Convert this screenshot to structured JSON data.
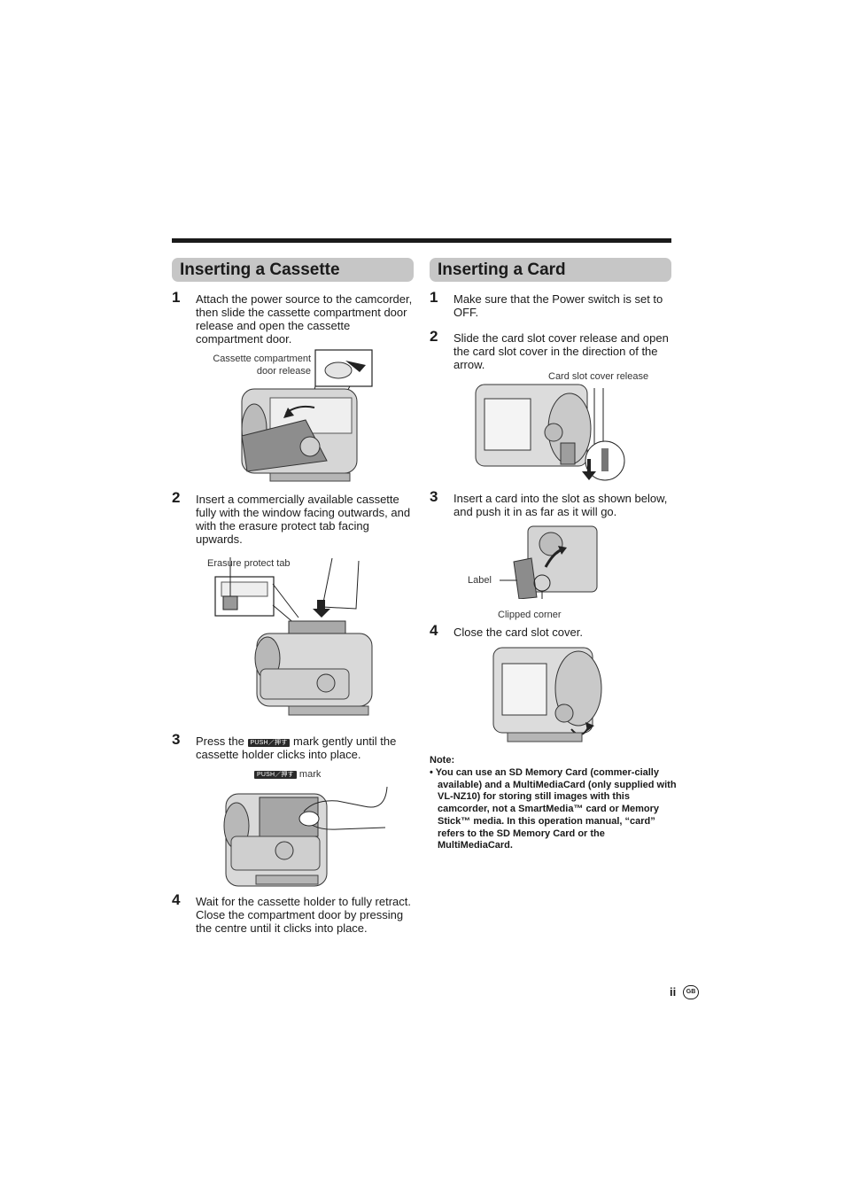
{
  "left": {
    "title": "Inserting a Cassette",
    "steps": [
      {
        "num": "1",
        "text": "Attach the power source to the camcorder, then slide the cassette compartment door release and open the cassette compartment door."
      },
      {
        "num": "2",
        "text": "Insert a commercially available cassette fully with the window facing outwards, and with the erasure protect tab facing upwards."
      },
      {
        "num": "3",
        "text_before": "Press the",
        "badge": "PUSH／押す",
        "text_after": "mark gently until the cassette holder clicks into place."
      },
      {
        "num": "4",
        "text": "Wait for the cassette holder to fully retract. Close the compartment door by pressing the centre until it clicks into place."
      }
    ],
    "captions": {
      "door_release_1": "Cassette compartment",
      "door_release_2": "door release",
      "erasure_tab": "Erasure protect tab",
      "mark": "mark",
      "mark_badge": "PUSH／押す"
    }
  },
  "right": {
    "title": "Inserting a Card",
    "steps": [
      {
        "num": "1",
        "text": "Make sure that the Power switch is set to OFF."
      },
      {
        "num": "2",
        "text": "Slide the card slot cover release and open the card slot cover in the direction of the arrow."
      },
      {
        "num": "3",
        "text": "Insert a card into the slot as shown below, and push it in as far as it will go."
      },
      {
        "num": "4",
        "text": "Close the card slot cover."
      }
    ],
    "captions": {
      "card_slot_release": "Card slot cover release",
      "label": "Label",
      "clipped_corner": "Clipped corner"
    },
    "note": {
      "title": "Note:",
      "text": "• You can use an SD Memory Card (commer-cially available) and a MultiMediaCard (only supplied with VL-NZ10) for storing still images with this camcorder, not a SmartMedia™ card or Memory Stick™ media. In this operation manual, “card” refers to the SD Memory Card or the MultiMediaCard."
    }
  },
  "footer": {
    "page_id": "ii",
    "region": "GB"
  }
}
